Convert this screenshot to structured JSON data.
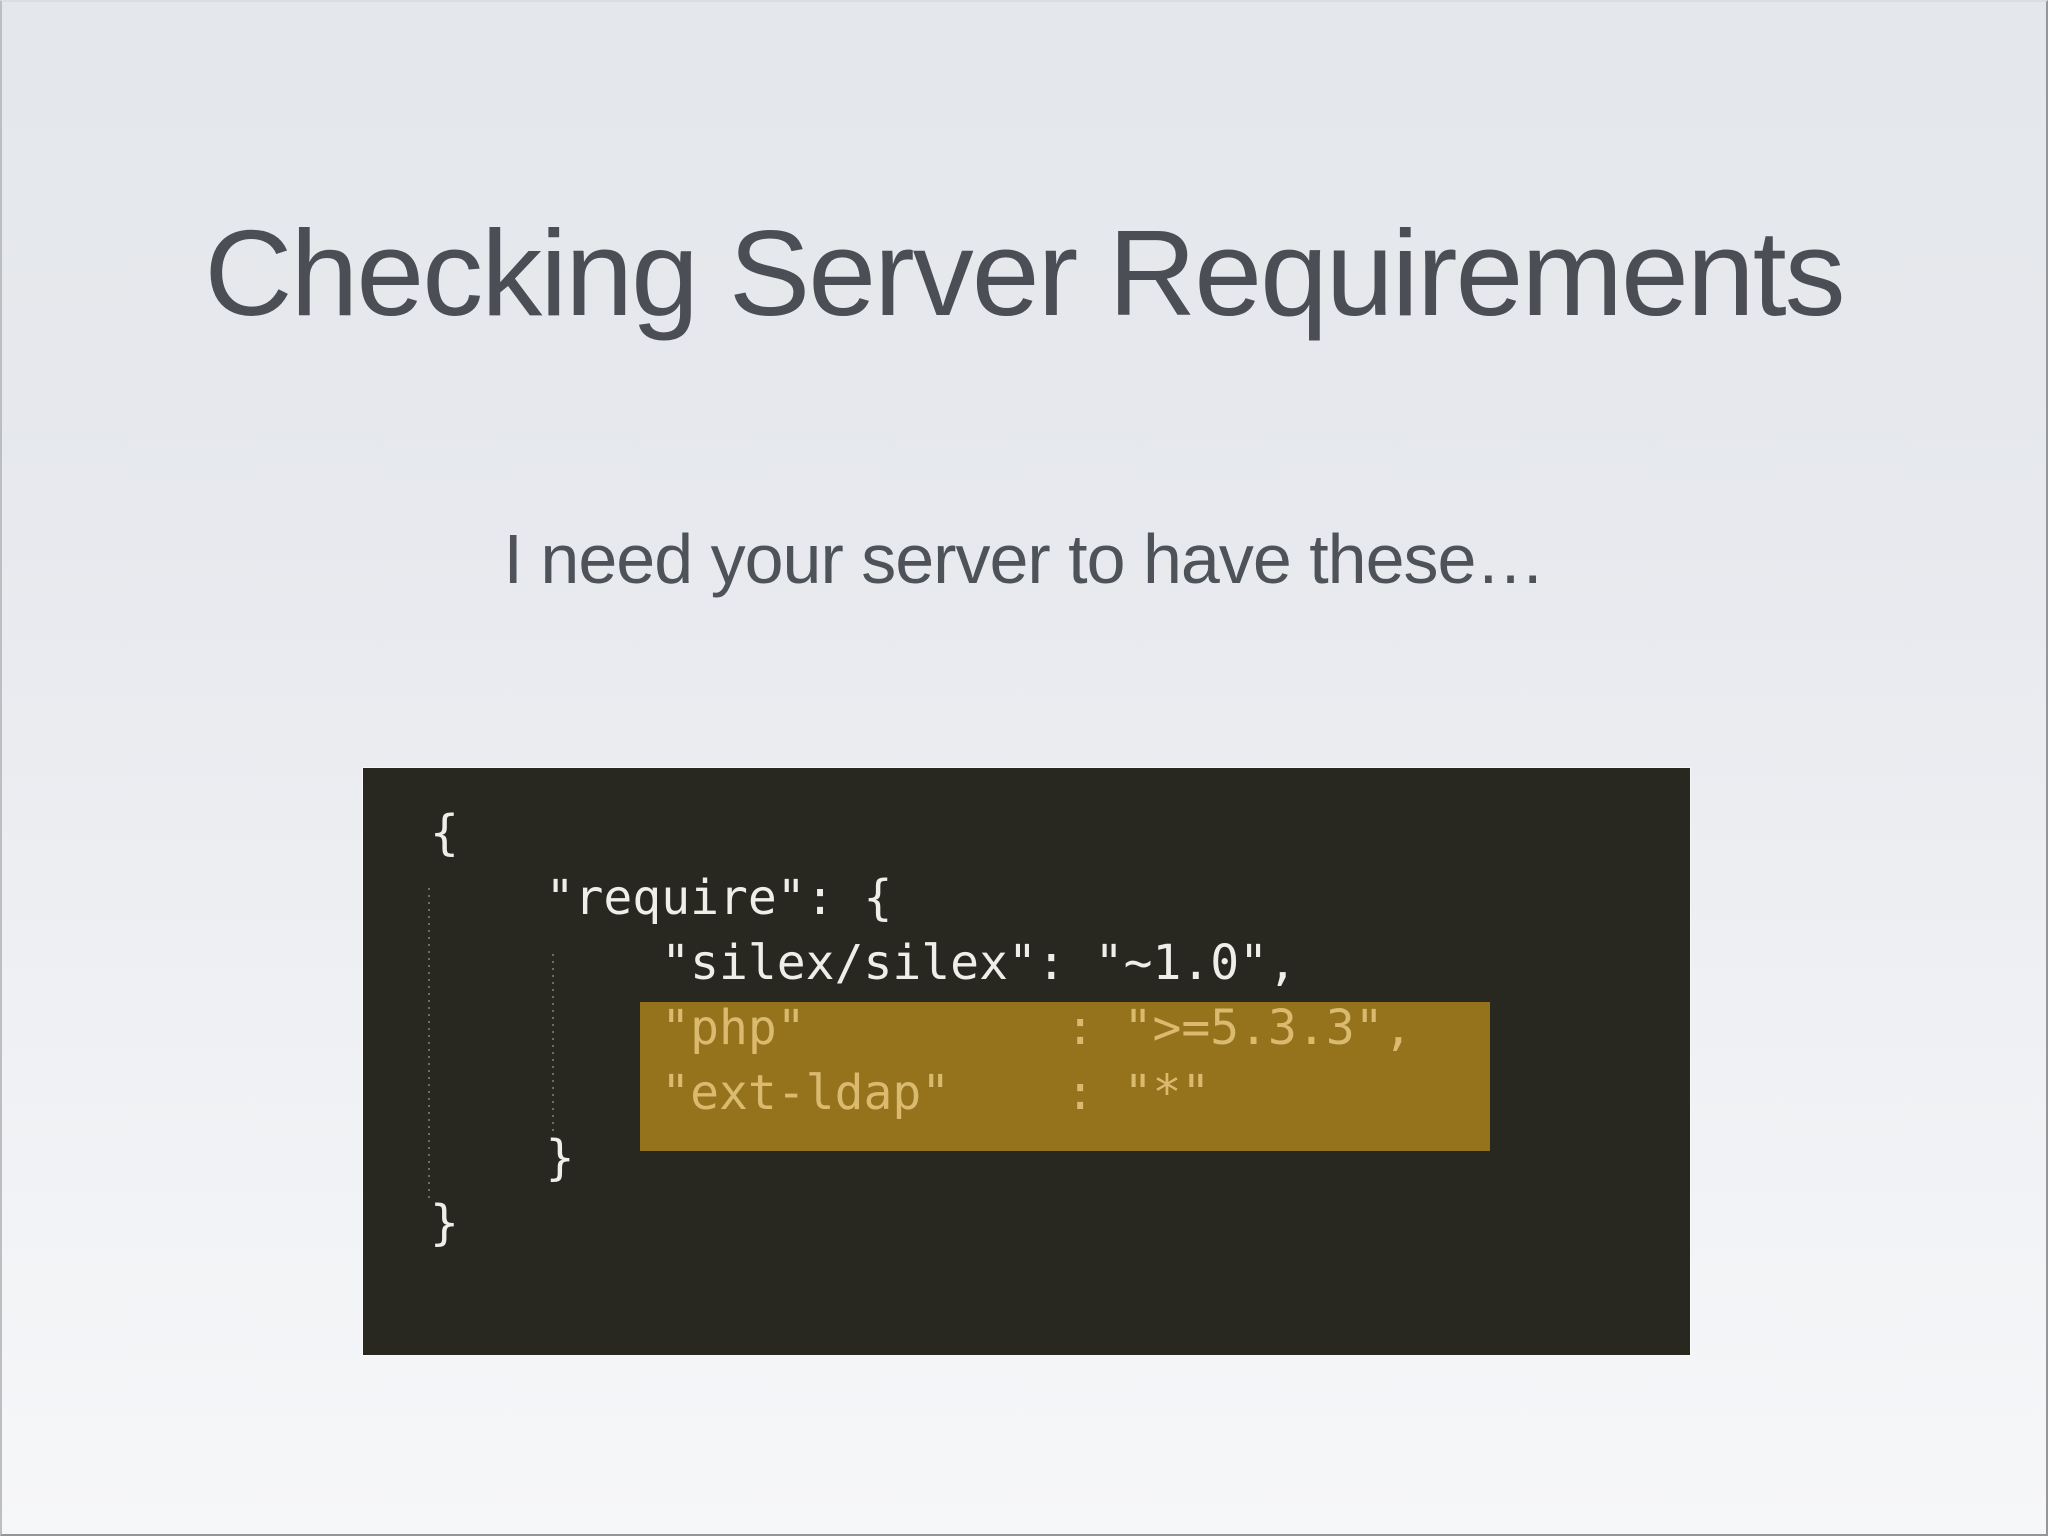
{
  "slide": {
    "title": "Checking Server Requirements",
    "subtitle": "I need your server to have these…"
  },
  "code": {
    "language": "json",
    "lines": [
      {
        "text": "{",
        "highlighted": false
      },
      {
        "text": "    \"require\": {",
        "highlighted": false
      },
      {
        "text": "        \"silex/silex\": \"~1.0\",",
        "highlighted": false
      },
      {
        "text": "        \"php\"         : \">=5.3.3\",",
        "highlighted": true
      },
      {
        "text": "        \"ext-ldap\"    : \"*\"",
        "highlighted": true
      },
      {
        "text": "    }",
        "highlighted": false
      },
      {
        "text": "}",
        "highlighted": false
      }
    ]
  },
  "colors": {
    "background_top": "#e4e7eb",
    "background_bottom": "#f6f7f9",
    "title_text": "#4b4f55",
    "code_background": "#282821",
    "code_text": "#efeee8",
    "highlight_background": "#95731c",
    "highlight_text": "#d9ba6e",
    "indent_guide": "#cdcbb9"
  }
}
